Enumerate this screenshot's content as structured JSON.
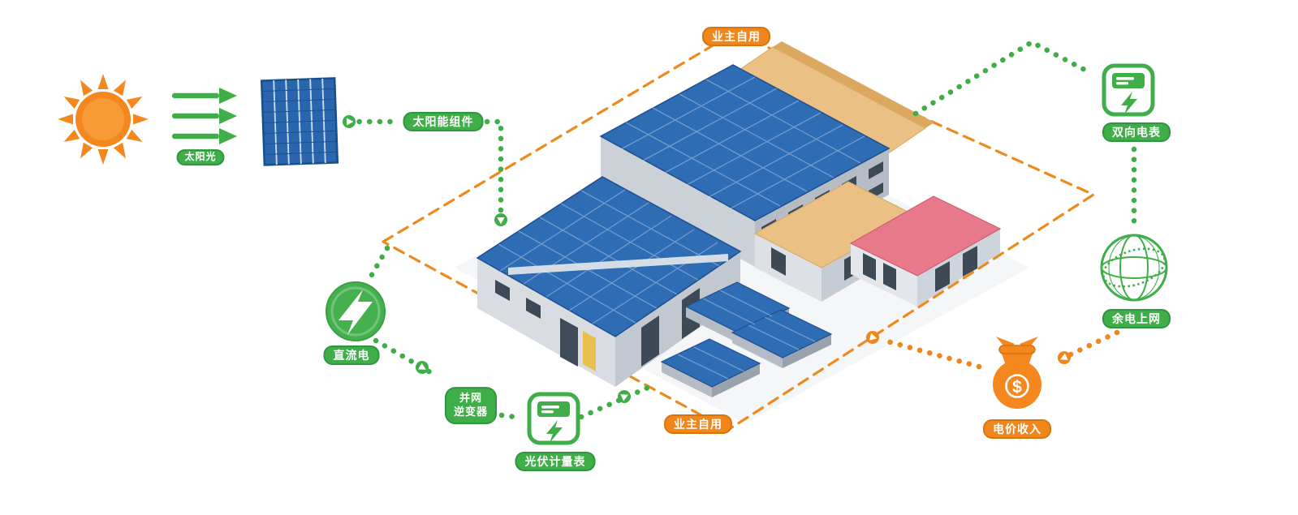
{
  "labels": {
    "sunlight": "太阳光",
    "solar_module": "太阳能组件",
    "owner_use_top": "业主自用",
    "owner_use_bottom": "业主自用",
    "dc_power": "直流电",
    "inverter_line1": "并网",
    "inverter_line2": "逆变器",
    "pv_meter": "光伏计量表",
    "bidirectional_meter": "双向电表",
    "surplus_to_grid": "余电上网",
    "income": "电价收入",
    "money_symbol": "$"
  },
  "colors": {
    "green": "#3fae49",
    "green_dark": "#2e9540",
    "orange": "#f0861c",
    "orange_dark": "#d8750e",
    "sun_orange": "#f5871f",
    "roof_blue": "#2e6cb4",
    "roof_blue_dark": "#1d4f92",
    "roof_tan": "#eac084",
    "roof_tan_dark": "#dca75e",
    "roof_pink": "#e8798a",
    "wall_light": "#d9dde2",
    "wall_dark": "#c2c8d0"
  },
  "icons": {
    "sun": "sun-icon",
    "sunlight_arrows": "sunlight-arrows-icon",
    "solar_panel": "solar-panel-icon",
    "dc": "lightning-circle-icon",
    "pv_meter": "electric-meter-icon",
    "bidirectional_meter": "electric-meter-icon",
    "grid_globe": "power-grid-globe-icon",
    "money_bag": "money-bag-icon",
    "flow_node": "flow-arrow-node-icon"
  },
  "connections": [
    {
      "from": "太阳光",
      "to": "太阳能组件",
      "style": "green-dotted"
    },
    {
      "from": "太阳能组件",
      "to": "屋顶光伏",
      "style": "green-dotted"
    },
    {
      "from": "直流电",
      "to": "并网逆变器",
      "style": "green-dotted"
    },
    {
      "from": "并网逆变器",
      "to": "光伏计量表",
      "style": "green-dotted"
    },
    {
      "from": "光伏计量表",
      "to": "业主自用",
      "style": "green-dotted"
    },
    {
      "from": "业主自用",
      "to": "双向电表",
      "style": "green-dotted"
    },
    {
      "from": "双向电表",
      "to": "余电上网",
      "style": "green-dotted"
    },
    {
      "from": "余电上网",
      "to": "电价收入",
      "style": "orange-dotted"
    },
    {
      "from": "电价收入",
      "to": "业主自用",
      "style": "orange-dotted"
    },
    {
      "boundary": "业主自用",
      "style": "orange-dashed-diamond"
    }
  ]
}
